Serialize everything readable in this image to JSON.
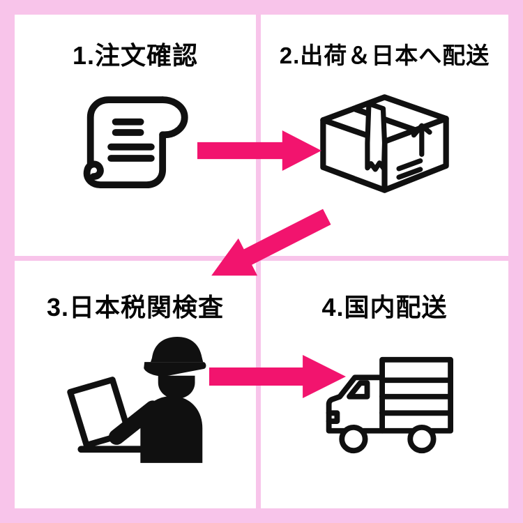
{
  "diagram": {
    "type": "process-flow",
    "steps": [
      {
        "label": "1.注文確認",
        "icon": "scroll-document-icon"
      },
      {
        "label": "2.出荷＆日本へ配送",
        "icon": "shipping-box-icon"
      },
      {
        "label": "3.日本税関検査",
        "icon": "customs-officer-icon"
      },
      {
        "label": "4.国内配送",
        "icon": "delivery-truck-icon"
      }
    ],
    "arrows": [
      {
        "name": "arrow-step1-to-step2",
        "direction": "right"
      },
      {
        "name": "arrow-step2-to-step3",
        "direction": "down-left"
      },
      {
        "name": "arrow-step3-to-step4",
        "direction": "right"
      }
    ],
    "colors": {
      "frame_pink": "#f8c4ea",
      "arrow_pink": "#f2146e",
      "line_black": "#101010",
      "background": "#ffffff"
    }
  }
}
